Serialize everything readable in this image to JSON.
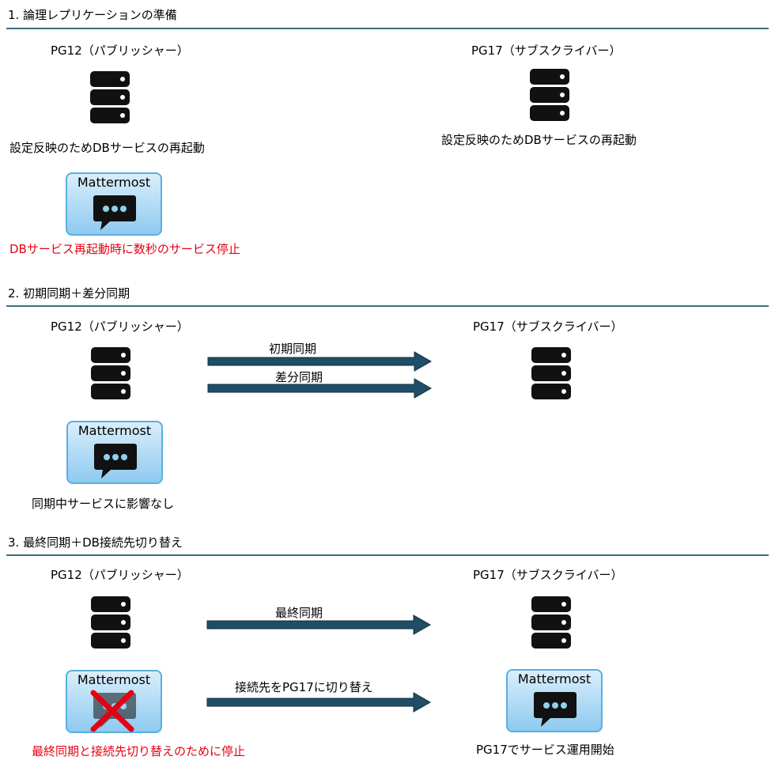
{
  "sections": [
    {
      "title": "1. 論理レプリケーションの準備",
      "publisher_label": "PG12（パブリッシャー）",
      "subscriber_label": "PG17（サブスクライバー）",
      "publisher_note": "設定反映のためDBサービスの再起動",
      "subscriber_note": "設定反映のためDBサービスの再起動",
      "app_name": "Mattermost",
      "app_note": "DBサービス再起動時に数秒のサービス停止"
    },
    {
      "title": "2. 初期同期＋差分同期",
      "publisher_label": "PG12（パブリッシャー）",
      "subscriber_label": "PG17（サブスクライバー）",
      "arrows": [
        "初期同期",
        "差分同期"
      ],
      "app_name": "Mattermost",
      "app_note": "同期中サービスに影響なし"
    },
    {
      "title": "3. 最終同期＋DB接続先切り替え",
      "publisher_label": "PG12（パブリッシャー）",
      "subscriber_label": "PG17（サブスクライバー）",
      "arrows": [
        "最終同期",
        "接続先をPG17に切り替え"
      ],
      "old_app_name": "Mattermost",
      "old_app_note": "最終同期と接続先切り替えのために停止",
      "new_app_name": "Mattermost",
      "new_app_note": "PG17でサービス運用開始"
    }
  ],
  "icons": {
    "database": "database-icon",
    "chat": "chat-bubble-icon",
    "stopped": "red-cross-icon"
  },
  "colors": {
    "rule": "#3d6f82",
    "arrow": "#1f4e66",
    "alert": "#e60012",
    "app_border": "#5ab0de"
  }
}
